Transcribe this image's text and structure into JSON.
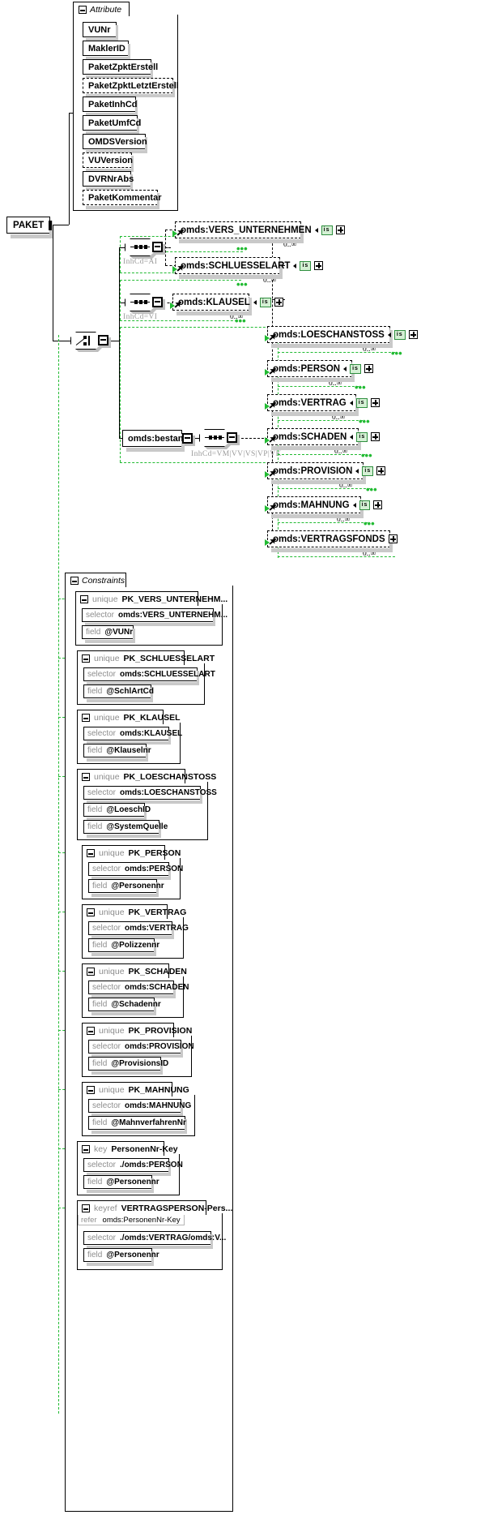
{
  "diagram": {
    "type": "xsd-schema-diagram",
    "root": {
      "label": "PAKET",
      "toggle": "minus"
    },
    "attribute_group": {
      "title": "Attribute",
      "toggle_icon": "minus-icon",
      "attributes": [
        {
          "label": "VUNr",
          "optional": false
        },
        {
          "label": "MaklerID",
          "optional": false
        },
        {
          "label": "PaketZpktErstell",
          "optional": false
        },
        {
          "label": "PaketZpktLetztErstell",
          "optional": true
        },
        {
          "label": "PaketInhCd",
          "optional": false
        },
        {
          "label": "PaketUmfCd",
          "optional": false
        },
        {
          "label": "OMDSVersion",
          "optional": false
        },
        {
          "label": "VUVersion",
          "optional": true
        },
        {
          "label": "DVRNrAbs",
          "optional": false
        },
        {
          "label": "PaketKommentar",
          "optional": true
        }
      ]
    },
    "sequences": [
      {
        "id": "seq-ai",
        "annotation": "InhCd=AI"
      },
      {
        "id": "seq-vi",
        "annotation": "InhCd=VI"
      },
      {
        "id": "seq-bestand",
        "annotation": "InhCd=VM|VV|VS|VP|VK"
      }
    ],
    "choice": {
      "id": "choice-node",
      "annotation": ""
    },
    "bestand": {
      "label": "omds:bestand",
      "toggle": "minus"
    },
    "elements": [
      {
        "label": "omds:VERS_UNTERNEHMEN",
        "badge": "is",
        "occurs": "0..∞",
        "group": "seq-ai"
      },
      {
        "label": "omds:SCHLUESSELART",
        "badge": "is",
        "occurs": "0..∞",
        "group": "seq-ai"
      },
      {
        "label": "omds:KLAUSEL",
        "badge": "is",
        "occurs": "0..∞",
        "group": "seq-vi"
      },
      {
        "label": "omds:LOESCHANSTOSS",
        "badge": "is",
        "occurs": "0..∞",
        "group": "seq-bestand"
      },
      {
        "label": "omds:PERSON",
        "badge": "is",
        "occurs": "0..∞",
        "group": "seq-bestand"
      },
      {
        "label": "omds:VERTRAG",
        "badge": "is",
        "occurs": "0..∞",
        "group": "seq-bestand"
      },
      {
        "label": "omds:SCHADEN",
        "badge": "is",
        "occurs": "0..∞",
        "group": "seq-bestand"
      },
      {
        "label": "omds:PROVISION",
        "badge": "is",
        "occurs": "0..∞",
        "group": "seq-bestand"
      },
      {
        "label": "omds:MAHNUNG",
        "badge": "is",
        "occurs": "0..∞",
        "group": "seq-bestand"
      },
      {
        "label": "omds:VERTRAGSFONDS",
        "badge": "",
        "occurs": "0..∞",
        "group": "seq-bestand"
      }
    ],
    "constraints_group": {
      "title": "Constraints",
      "toggle_icon": "minus-icon",
      "items": [
        {
          "kind": "unique",
          "name": "PK_VERS_UNTERNEHM...",
          "selector_label": "selector",
          "selector": "omds:VERS_UNTERNEHM...",
          "field_label": "field",
          "fields": [
            "@VUNr"
          ]
        },
        {
          "kind": "unique",
          "name": "PK_SCHLUESSELART",
          "selector_label": "selector",
          "selector": "omds:SCHLUESSELART",
          "field_label": "field",
          "fields": [
            "@SchlArtCd"
          ]
        },
        {
          "kind": "unique",
          "name": "PK_KLAUSEL",
          "selector_label": "selector",
          "selector": "omds:KLAUSEL",
          "field_label": "field",
          "fields": [
            "@Klauselnr"
          ]
        },
        {
          "kind": "unique",
          "name": "PK_LOESCHANSTOSS",
          "selector_label": "selector",
          "selector": "omds:LOESCHANSTOSS",
          "field_label": "field",
          "fields": [
            "@LoeschID",
            "@SystemQuelle"
          ]
        },
        {
          "kind": "unique",
          "name": "PK_PERSON",
          "selector_label": "selector",
          "selector": "omds:PERSON",
          "field_label": "field",
          "fields": [
            "@Personennr"
          ]
        },
        {
          "kind": "unique",
          "name": "PK_VERTRAG",
          "selector_label": "selector",
          "selector": "omds:VERTRAG",
          "field_label": "field",
          "fields": [
            "@Polizzennr"
          ]
        },
        {
          "kind": "unique",
          "name": "PK_SCHADEN",
          "selector_label": "selector",
          "selector": "omds:SCHADEN",
          "field_label": "field",
          "fields": [
            "@Schadennr"
          ]
        },
        {
          "kind": "unique",
          "name": "PK_PROVISION",
          "selector_label": "selector",
          "selector": "omds:PROVISION",
          "field_label": "field",
          "fields": [
            "@ProvisionsID"
          ]
        },
        {
          "kind": "unique",
          "name": "PK_MAHNUNG",
          "selector_label": "selector",
          "selector": "omds:MAHNUNG",
          "field_label": "field",
          "fields": [
            "@MahnverfahrenNr"
          ]
        },
        {
          "kind": "key",
          "name": "PersonenNr-Key",
          "selector_label": "selector",
          "selector": "./omds:PERSON",
          "field_label": "field",
          "fields": [
            "@Personennr"
          ]
        },
        {
          "kind": "keyref",
          "name": "VERTRAGSPERSON-Pers...",
          "refer_label": "refer",
          "refer": "omds:PersonenNr-Key",
          "selector_label": "selector",
          "selector": "./omds:VERTRAG/omds:V...",
          "field_label": "field",
          "fields": [
            "@Personennr"
          ]
        }
      ]
    },
    "colors": {
      "green_dashed": "#22bb33",
      "badge_bg": "#d4f0d4",
      "badge_border": "#2f8f3f",
      "shadow": "#c9c9c9",
      "muted_text": "#8d8d8d"
    }
  }
}
